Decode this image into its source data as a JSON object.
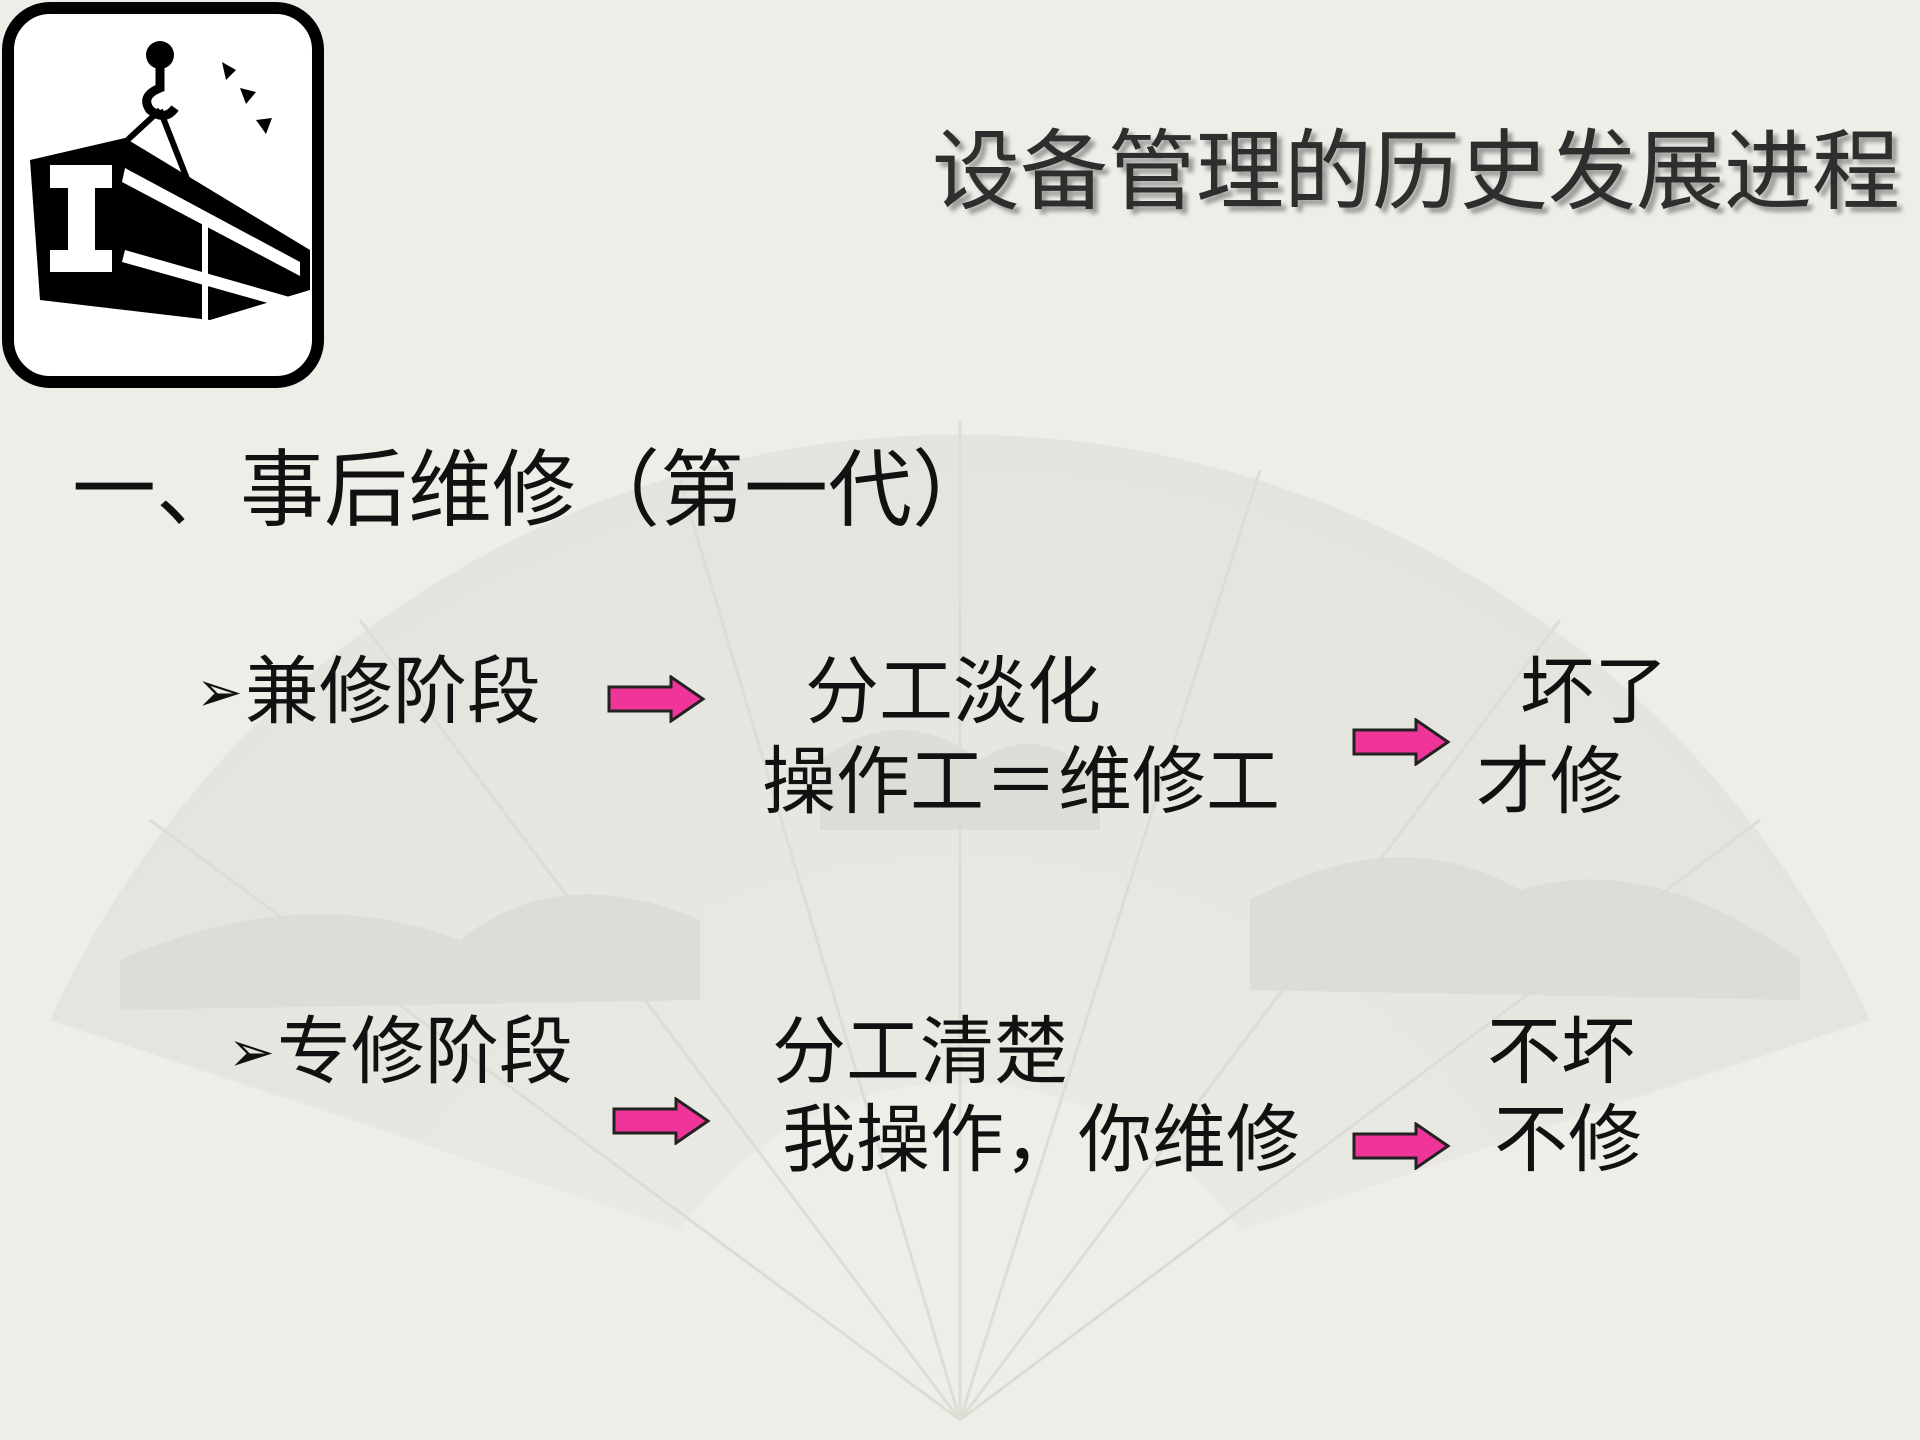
{
  "slide": {
    "title": "设备管理的历史发展进程",
    "heading": "一、事后维修（第一代）",
    "logo_icon": "crane-hook-lifting-i-beam-icon",
    "arrow_color": "#f0359a",
    "stage1": {
      "bullet": "➢",
      "label": "兼修阶段",
      "middle_line1": "分工淡化",
      "middle_line2": "操作工＝维修工",
      "result_line1": "坏了",
      "result_line2": "才修"
    },
    "stage2": {
      "bullet": "➢",
      "label": "专修阶段",
      "middle_line1": "分工清楚",
      "middle_line2": "我操作，你维修",
      "result_line1": "不坏",
      "result_line2": "不修"
    }
  }
}
